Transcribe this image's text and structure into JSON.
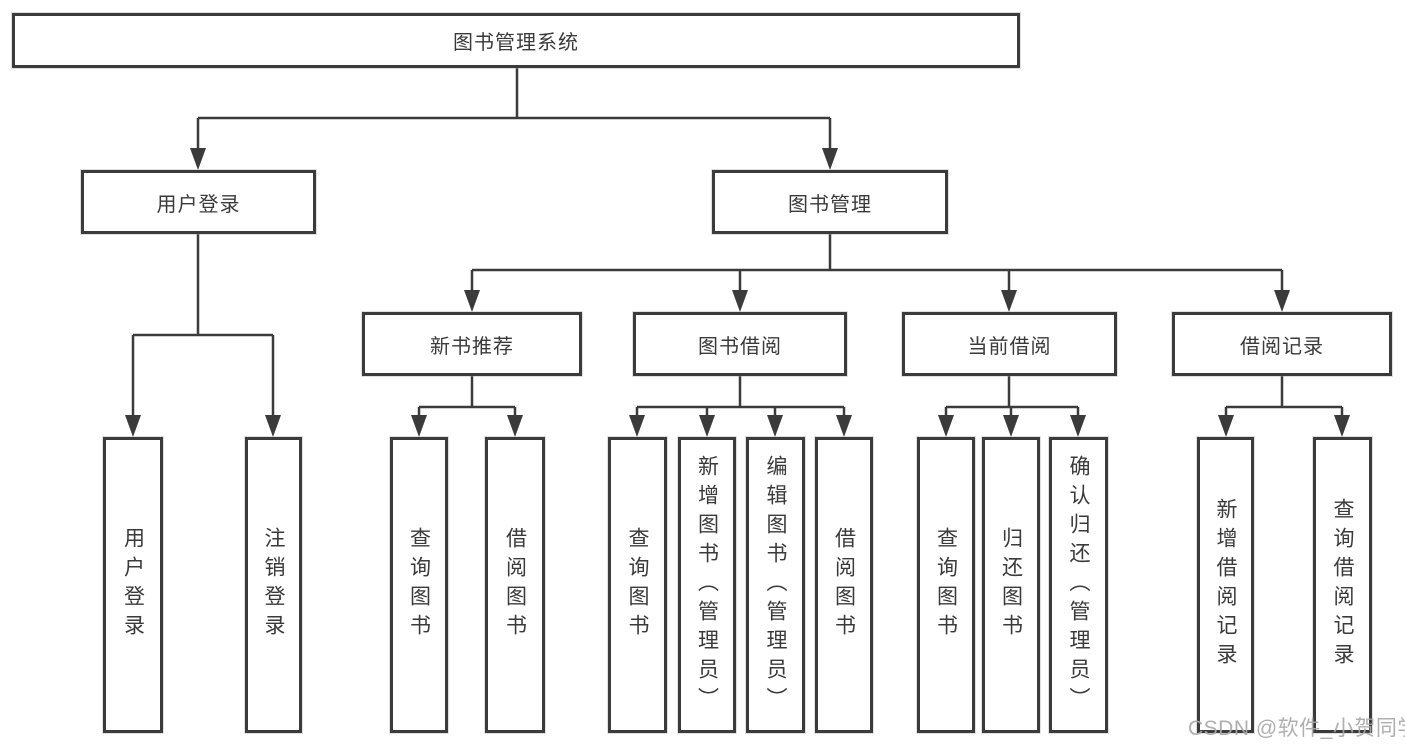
{
  "tree": {
    "root": {
      "label": "图书管理系统"
    },
    "login": {
      "label": "用户登录",
      "children": [
        "用户登录",
        "注销登录"
      ]
    },
    "mgmt": {
      "label": "图书管理",
      "groups": [
        {
          "label": "新书推荐",
          "children": [
            "查询图书",
            "借阅图书"
          ]
        },
        {
          "label": "图书借阅",
          "children": [
            "查询图书",
            "新增图书（管理员）",
            "编辑图书（管理员）",
            "借阅图书"
          ]
        },
        {
          "label": "当前借阅",
          "children": [
            "查询图书",
            "归还图书",
            "确认归还（管理员）"
          ]
        },
        {
          "label": "借阅记录",
          "children": [
            "新增借阅记录",
            "查询借阅记录"
          ]
        }
      ]
    }
  },
  "watermark": {
    "text": "CSDN @软件_小贺同学"
  },
  "colors": {
    "line": "#3b3b3b",
    "box_border": "#3b3b3b",
    "text": "#3a3a3a",
    "watermark": "#a8a8a8",
    "background": "#ffffff"
  }
}
